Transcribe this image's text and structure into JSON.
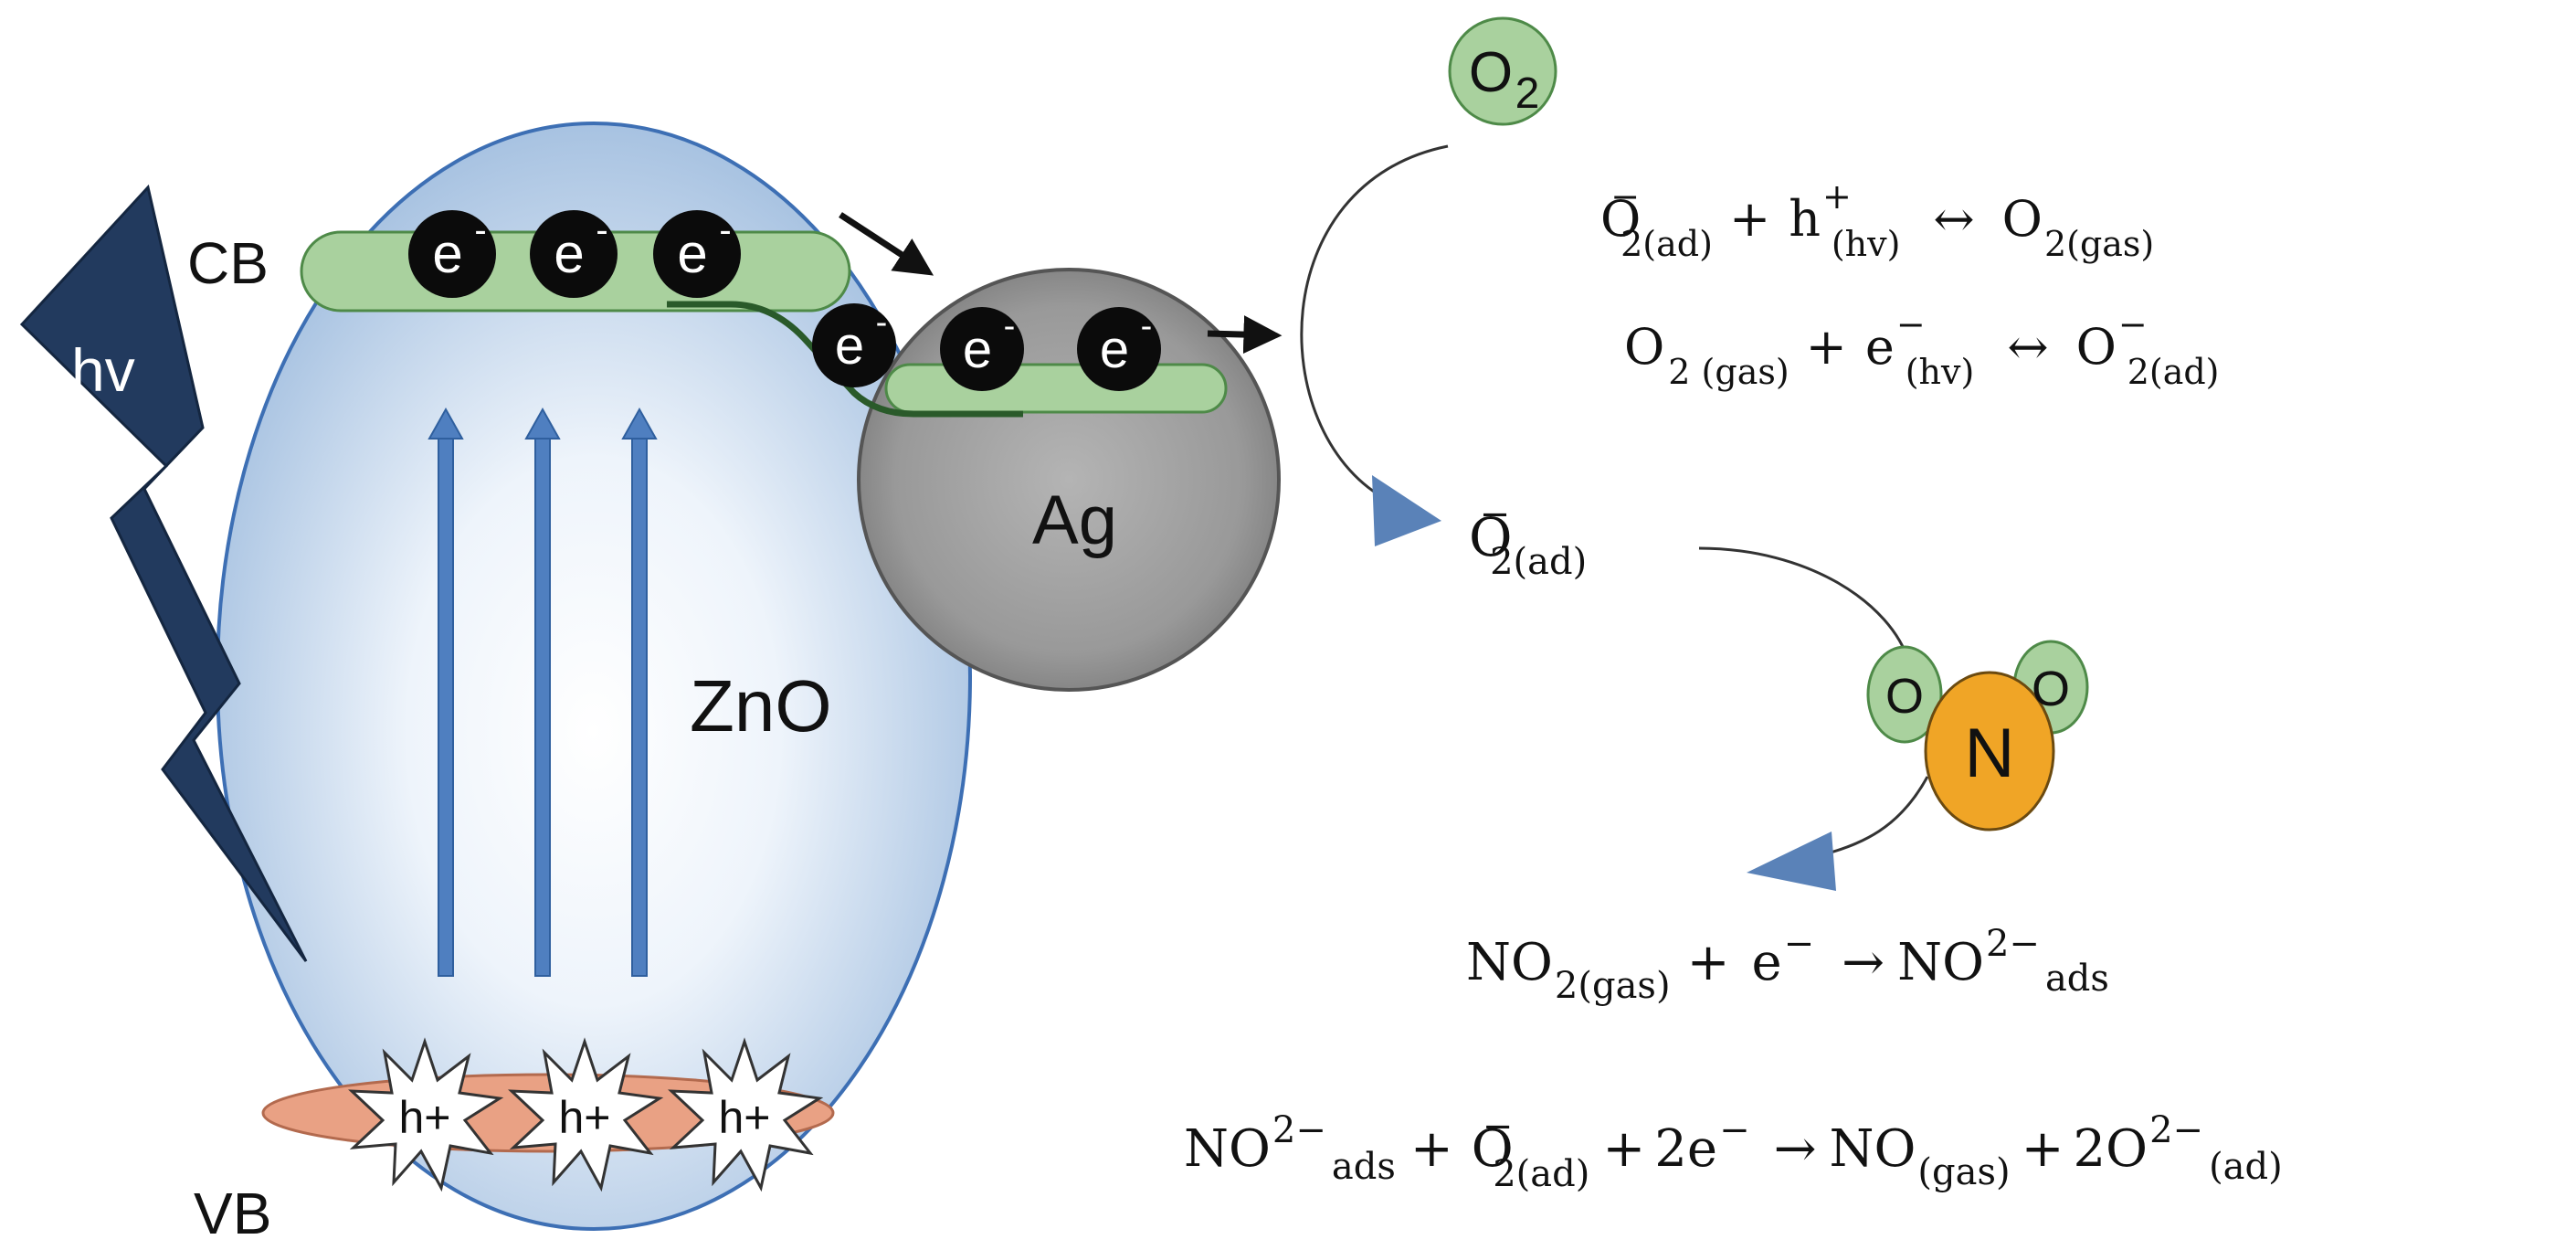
{
  "labels": {
    "hv": "hv",
    "cb": "CB",
    "vb": "VB",
    "zno": "ZnO",
    "ag": "Ag",
    "electron": "e",
    "electron_sign": "-",
    "hole": "h+",
    "oxygen": "O",
    "oxygen_sub": "2",
    "nitrogen": "N",
    "no2_oxygen": "O"
  },
  "o2_ad_label": {
    "main": "O",
    "sub": "2(ad)",
    "sup": "−"
  },
  "equations": {
    "eq1": {
      "a": "O",
      "a_sub": "2(ad)",
      "a_sup": "−",
      "plus": "+",
      "b": "h",
      "b_sub": "(hv)",
      "b_sup": "+",
      "arrow": "↔",
      "c": "O",
      "c_sub": "2(gas)"
    },
    "eq2": {
      "a": "O",
      "a_sub": "2 (gas)",
      "plus": "+",
      "b": "e",
      "b_sub": "(hv)",
      "b_sup": "−",
      "arrow": "↔",
      "c": "O",
      "c_sub": "2(ad)",
      "c_sup": "−"
    },
    "eq3": {
      "a": "NO",
      "a_sub": "2(gas)",
      "plus": "+",
      "b": "e",
      "b_sup": "−",
      "arrow": "→",
      "c": "NO",
      "c_sup": "2−",
      "c_sub": "ads"
    },
    "eq4": {
      "a": "NO",
      "a_sup": "2−",
      "a_sub": "ads",
      "plus1": "+",
      "b": "O",
      "b_sub": "2(ad)",
      "b_sup": "−",
      "plus2": "+",
      "c": "2e",
      "c_sup": "−",
      "arrow": "→",
      "d": "NO",
      "d_sub": "(gas)",
      "plus3": "+",
      "e": "2O",
      "e_sup": "2−",
      "e_sub": "(ad)"
    }
  },
  "colors": {
    "ellipse_fill": "#a9c4e2",
    "ellipse_stroke": "#3d6fb4",
    "band_green": "#a9d19e",
    "band_green_stroke": "#4e8a48",
    "electron_fill": "#0b0b0b",
    "hole_band": "#e9a184",
    "ag_sphere": "#9a9a9a",
    "lightning": "#223a5e",
    "arrow_blue": "#5a82b8",
    "nitrogen_orange": "#f0a526"
  }
}
